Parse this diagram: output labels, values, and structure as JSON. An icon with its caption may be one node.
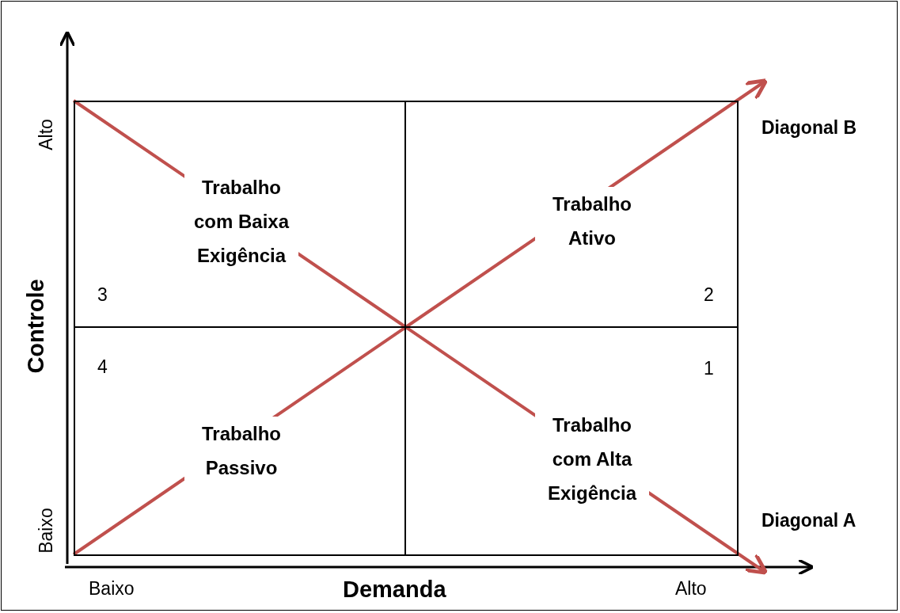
{
  "diagram": {
    "nodes": [
      {
        "text": [
          "Trabalho com Baixa Exigência",
          "3"
        ]
      },
      {
        "text": [
          "Trabalho Ativo",
          "2"
        ]
      },
      {
        "text": [
          "Trabalho Passivo",
          "4"
        ]
      },
      {
        "text": [
          "Trabalho com Alta Exigência",
          "1"
        ]
      }
    ],
    "labels": [
      "Alto",
      "Diagonal B",
      "Controle",
      "Diagonal A",
      "Baixo",
      "Baixo",
      "Demanda",
      "Alto"
    ]
  }
}
